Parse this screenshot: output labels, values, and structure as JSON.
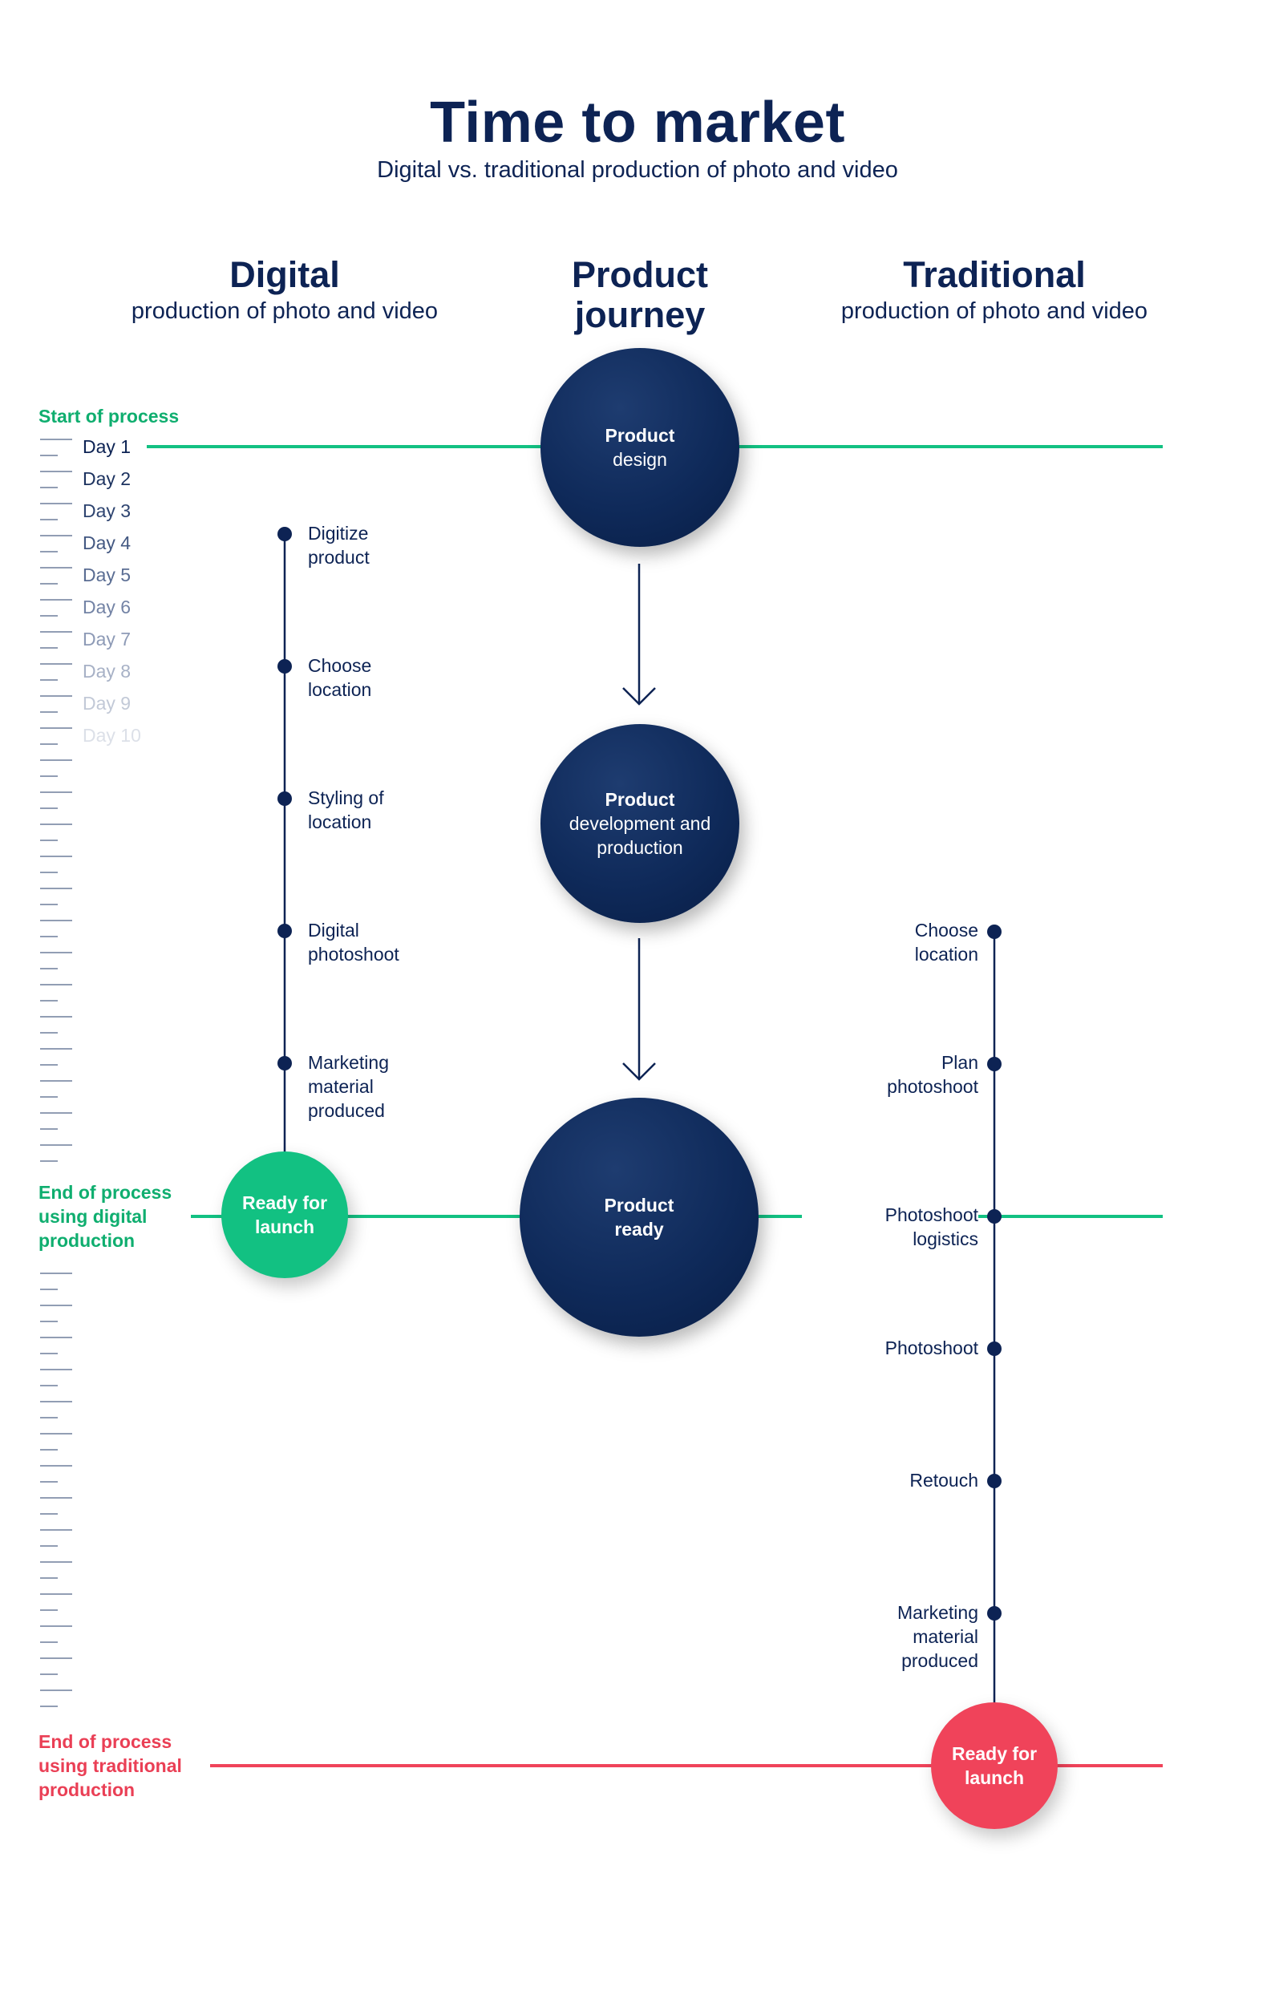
{
  "header": {
    "title": "Time to market",
    "subtitle": "Digital vs. traditional production of photo and video"
  },
  "columns": {
    "digital": {
      "title": "Digital",
      "subtitle": "production of photo and video"
    },
    "journey": {
      "title_line1": "Product",
      "title_line2": "journey"
    },
    "traditional": {
      "title": "Traditional",
      "subtitle": "production of photo and video"
    }
  },
  "markers": {
    "start": "Start of process",
    "end_digital": [
      "End of process",
      "using digital",
      "production"
    ],
    "end_traditional": [
      "End of process",
      "using traditional",
      "production"
    ]
  },
  "days": [
    "Day 1",
    "Day 2",
    "Day 3",
    "Day 4",
    "Day 5",
    "Day 6",
    "Day 7",
    "Day 8",
    "Day 9",
    "Day 10"
  ],
  "journey_steps": [
    {
      "title": "Product",
      "lines": [
        "design"
      ]
    },
    {
      "title": "Product",
      "lines": [
        "development and",
        "production"
      ]
    },
    {
      "title": "Product",
      "lines": [
        "ready"
      ]
    }
  ],
  "digital_steps": [
    [
      "Digitize",
      "product"
    ],
    [
      "Choose",
      "location"
    ],
    [
      "Styling of",
      "location"
    ],
    [
      "Digital",
      "photoshoot"
    ],
    [
      "Marketing",
      "material",
      "produced"
    ]
  ],
  "digital_finish": [
    "Ready for",
    "launch"
  ],
  "traditional_steps": [
    [
      "Choose",
      "location"
    ],
    [
      "Plan",
      "photoshoot"
    ],
    [
      "Photoshoot",
      "logistics"
    ],
    [
      "Photoshoot"
    ],
    [
      "Retouch"
    ],
    [
      "Marketing",
      "material",
      "produced"
    ]
  ],
  "traditional_finish": [
    "Ready for",
    "launch"
  ],
  "colors": {
    "navy": "#0d2354",
    "green": "#12c182",
    "red": "#f0435a",
    "tick": "#6e7f9c"
  }
}
